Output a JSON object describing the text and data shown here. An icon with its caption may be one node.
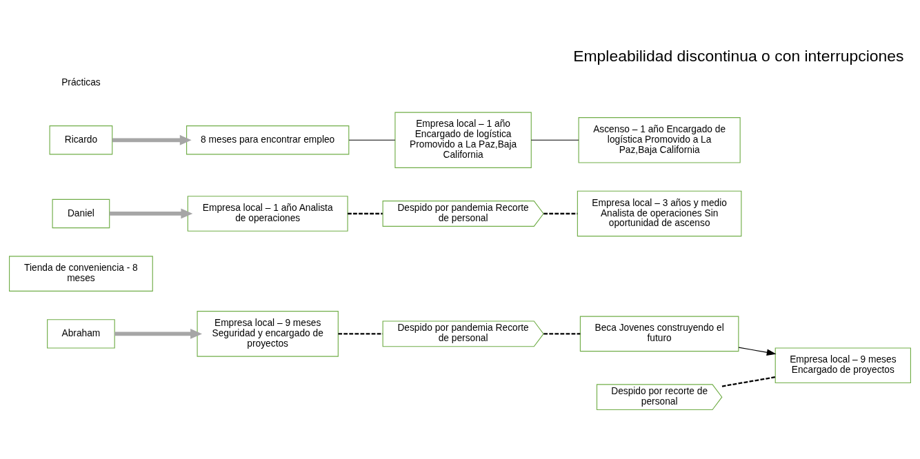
{
  "diagram": {
    "title": "Empleabilidad discontinua o con interrupciones",
    "nodes": [
      {
        "text": [
          "Abraham"
        ]
      },
      {
        "text": [
          "Empresa local – 9 meses Seguridad y encargado de proyectos"
        ]
      },
      {
        "text": [
          "Despido por pandemia Recorte de personal"
        ]
      },
      {
        "text": [
          "Tienda de conveniencia - 8 meses"
        ]
      },
      {
        "text": [
          "Beca Jovenes construyendo el futuro"
        ]
      },
      {
        "text": [
          "Despido por recorte de personal"
        ]
      },
      {
        "text": [
          "Empresa local – 9 meses Encargado de proyectos"
        ]
      },
      {
        "text": [
          "Daniel"
        ]
      },
      {
        "text": [
          "Empresa local – 1 año Analista de operaciones"
        ]
      },
      {
        "text": [
          "Despido por pandemia Recorte de personal"
        ]
      },
      {
        "text": [
          "Empresa local – 3 años y medio Analista de operaciones Sin oportunidad de ascenso"
        ]
      },
      {
        "text": [
          "Ricardo"
        ]
      },
      {
        "text": [
          "8 meses para encontrar empleo"
        ]
      },
      {
        "text": [
          "Empresa local – 1 año Encargado de logística Promovido a La Paz,Baja California"
        ]
      },
      {
        "text": [
          "Ascenso – 1 año Encargado de logística Promovido a La Paz,Baja California"
        ]
      }
    ],
    "edges": [
      {
        "from": 0,
        "to": 1,
        "arrow": "to",
        "style": "thick",
        "color": "#a6a6a6"
      },
      {
        "from": 1,
        "to": 2,
        "arrow": "none",
        "style": "dashed"
      },
      {
        "from": 2,
        "to": 4,
        "arrow": "none",
        "style": "dashed"
      },
      {
        "from": 4,
        "to": 6,
        "arrow": "to"
      },
      {
        "from": 5,
        "to": 6,
        "arrow": "none",
        "style": "dashed"
      },
      {
        "from": 7,
        "to": 8,
        "arrow": "to",
        "style": "thick",
        "color": "#a6a6a6"
      },
      {
        "from": 8,
        "to": 9,
        "arrow": "none",
        "style": "dashed"
      },
      {
        "from": 9,
        "to": 10,
        "arrow": "none",
        "style": "dashed"
      },
      {
        "from": 11,
        "to": 12,
        "arrow": "to",
        "style": "thick",
        "color": "#a6a6a6"
      },
      {
        "from": 12,
        "to": 13,
        "arrow": "none"
      },
      {
        "from": 13,
        "to": 14,
        "arrow": "none"
      }
    ],
    "labels": [
      "Prácticas"
    ]
  }
}
